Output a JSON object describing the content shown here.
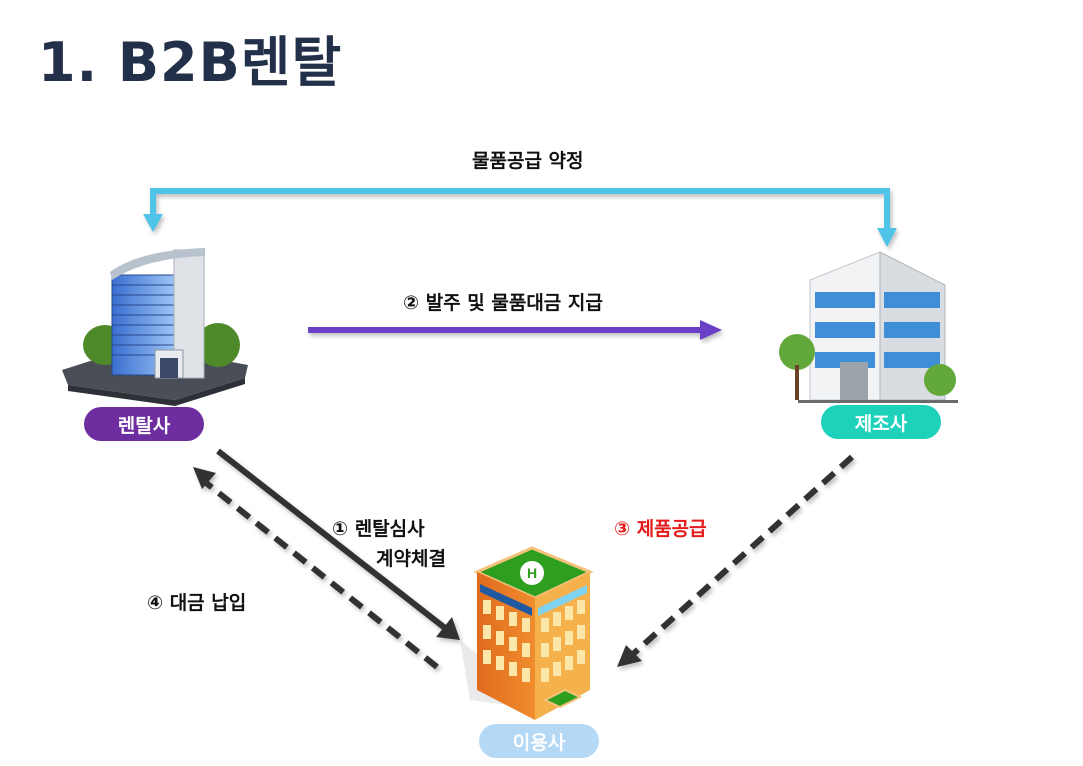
{
  "title": "1. B2B렌탈",
  "colors": {
    "title": "#22304a",
    "agreement_arrow": "#4fc3e8",
    "order_arrow": "#6a3fc7",
    "flow_arrow": "#333333",
    "supply_label": "#e41b1b",
    "rental_company": "#6e2ea0",
    "manufacturer": "#1dd1bb",
    "user_company": "#b5d8f5"
  },
  "nodes": {
    "rental_company": {
      "label": "렌탈사",
      "icon": "office-tower-icon"
    },
    "manufacturer": {
      "label": "제조사",
      "icon": "factory-building-icon"
    },
    "user_company": {
      "label": "이용사",
      "icon": "orange-building-icon"
    }
  },
  "edges": {
    "agreement": {
      "label": "물품공급 약정",
      "from": "manufacturer",
      "to": "rental_company",
      "style": "solid-bracket"
    },
    "order_payment": {
      "label": "② 발주 및 물품대금 지급",
      "from": "rental_company",
      "to": "manufacturer",
      "style": "solid"
    },
    "contract": {
      "label_line1": "① 렌탈심사",
      "label_line2": "계약체결",
      "from": "rental_company",
      "to": "user_company",
      "style": "solid"
    },
    "payment": {
      "label": "④ 대금 납입",
      "from": "user_company",
      "to": "rental_company",
      "style": "dashed"
    },
    "supply": {
      "label": "③ 제품공급",
      "from": "manufacturer",
      "to": "user_company",
      "style": "dashed"
    }
  }
}
